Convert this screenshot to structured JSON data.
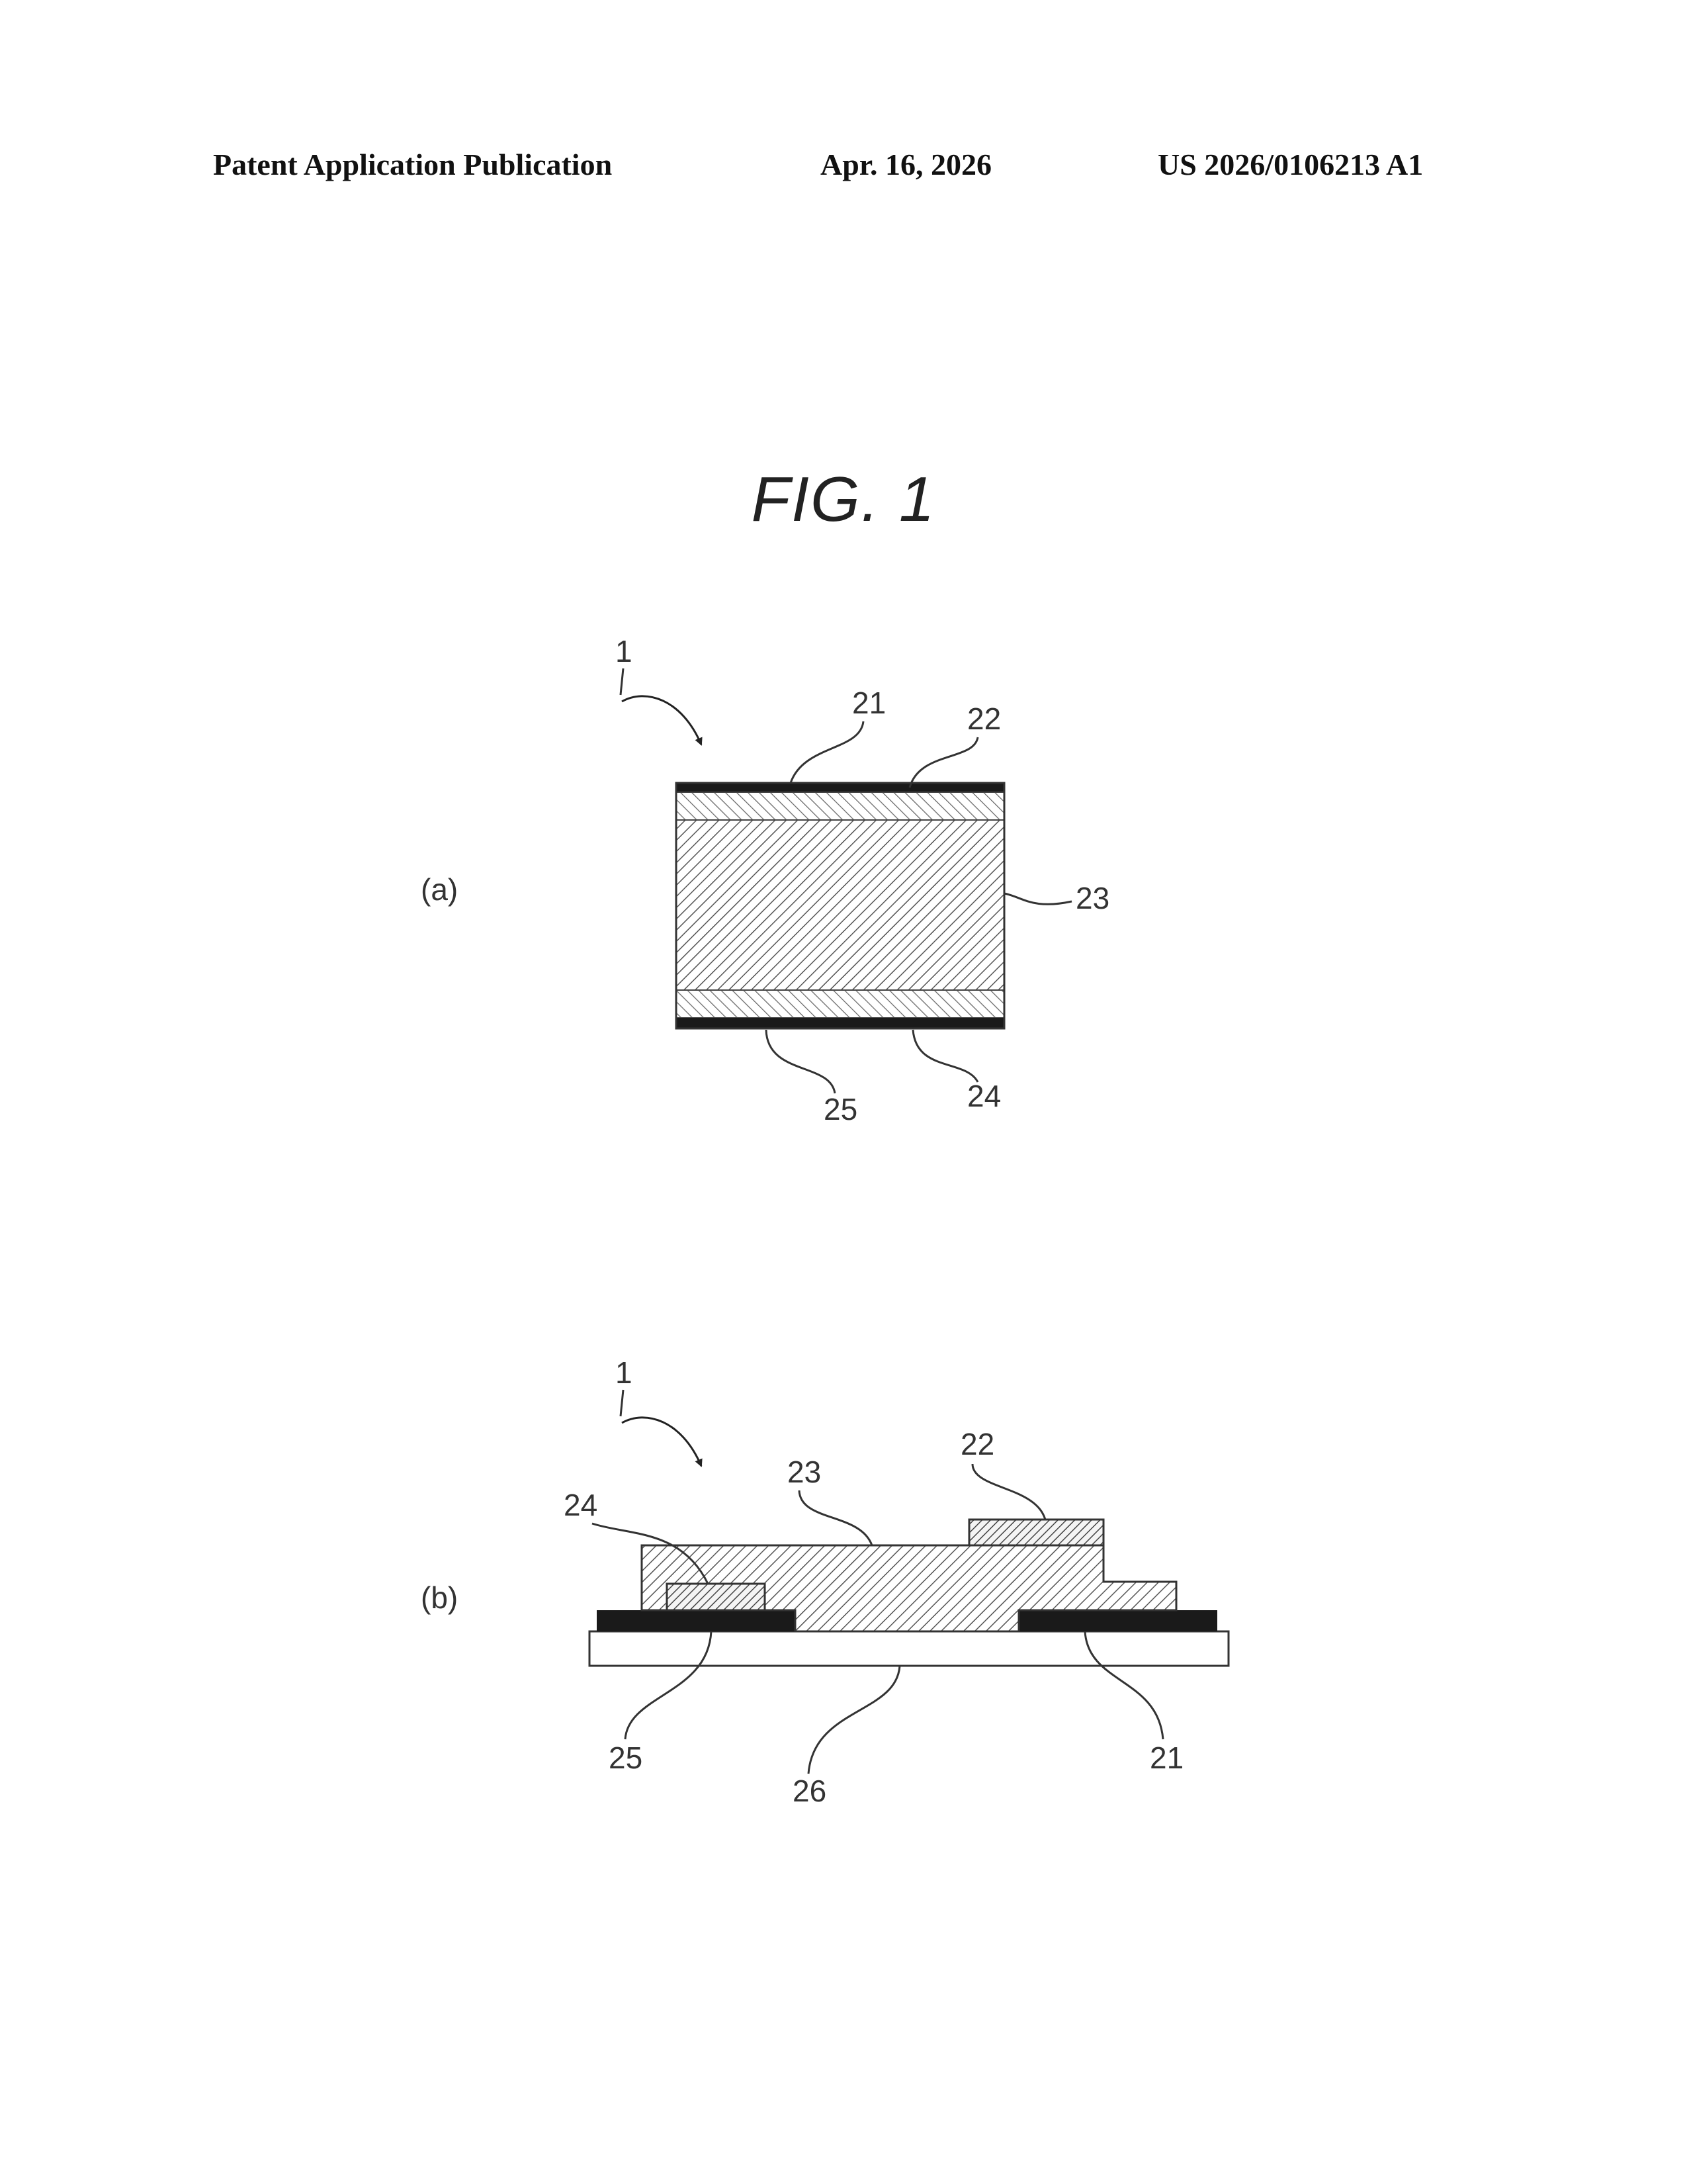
{
  "header": {
    "publication": "Patent Application Publication",
    "date": "Apr. 16, 2026",
    "number": "US 2026/0106213 A1"
  },
  "figure": {
    "title": "FIG. 1",
    "panel_a": {
      "label": "(a)",
      "ref_device": "1",
      "ref_21": "21",
      "ref_22": "22",
      "ref_23": "23",
      "ref_24": "24",
      "ref_25": "25"
    },
    "panel_b": {
      "label": "(b)",
      "ref_device": "1",
      "ref_21": "21",
      "ref_22": "22",
      "ref_23": "23",
      "ref_24": "24",
      "ref_25": "25",
      "ref_26": "26"
    }
  },
  "colors": {
    "electrode": "#1a1a1a",
    "hatch": "#555555",
    "line": "#333333"
  }
}
